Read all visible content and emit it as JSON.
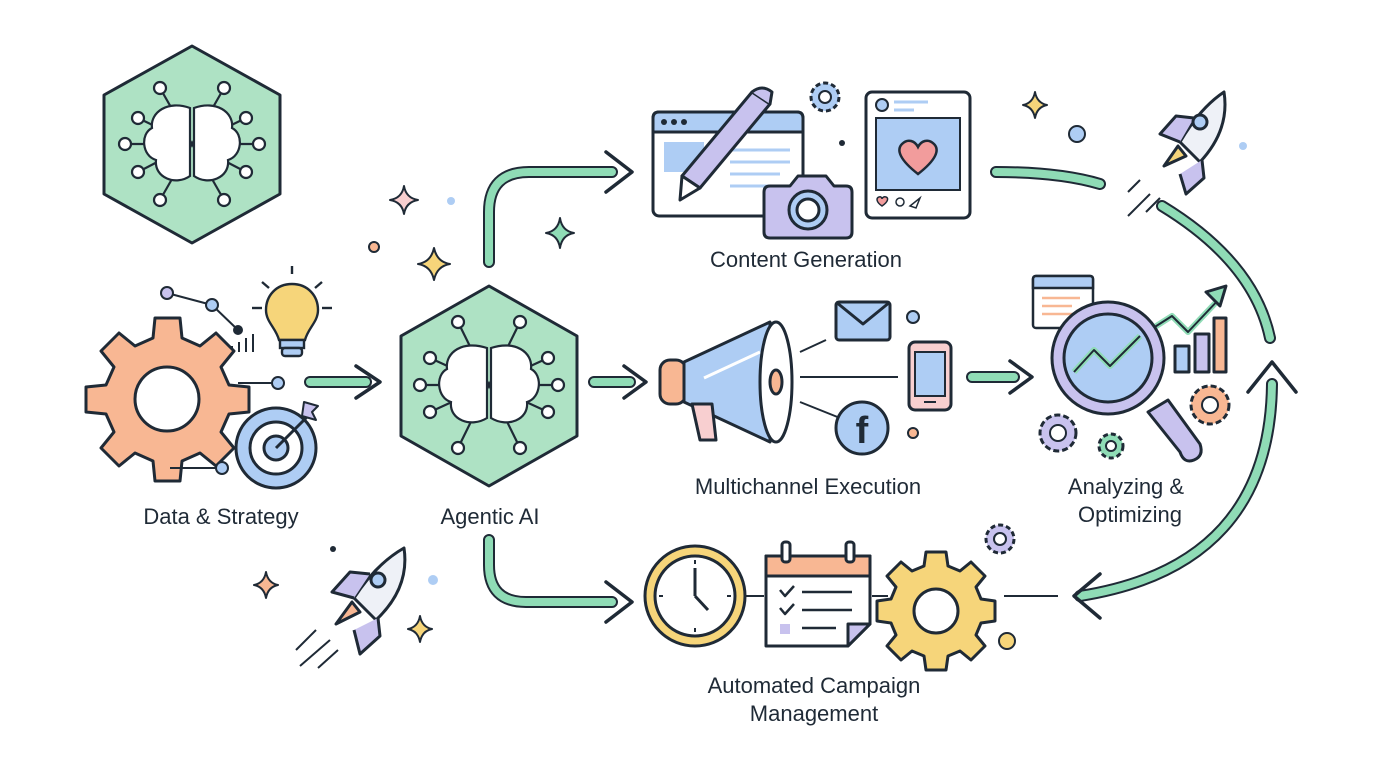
{
  "colors": {
    "outline": "#1f2a36",
    "mint": "#8fdcb6",
    "mint_dark": "#6cc79a",
    "hex_fill": "#aee2c4",
    "orange": "#f8b793",
    "yellow": "#f6d57a",
    "blue": "#aecdf4",
    "lavender": "#c8c2ee",
    "pink": "#f29c9c",
    "white": "#ffffff"
  },
  "labels": {
    "data_strategy": "Data & Strategy",
    "agentic_ai": "Agentic AI",
    "content_generation": "Content Generation",
    "multichannel_execution": "Multichannel Execution",
    "analyzing_line1": "Analyzing &",
    "analyzing_line2": "Optimizing",
    "campaign_line1": "Automated Campaign",
    "campaign_line2": "Management"
  },
  "icons": {
    "social_glyph": "f"
  }
}
